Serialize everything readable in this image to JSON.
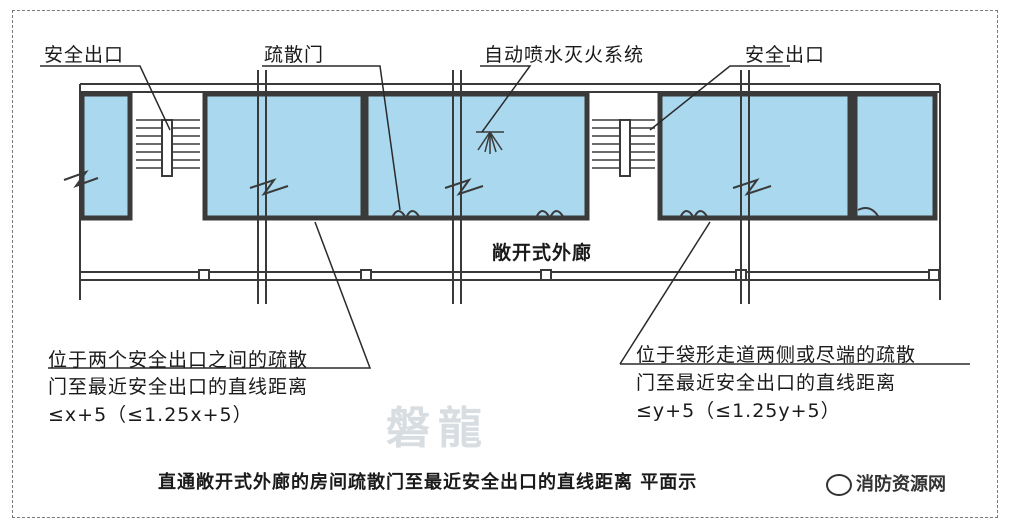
{
  "labels": {
    "exit_left": "安全出口",
    "evac_door": "疏散门",
    "sprinkler": "自动喷水灭火系统",
    "exit_right": "安全出口",
    "corridor": "敞开式外廊",
    "left_rule_line1": "位于两个安全出口之间的疏散",
    "left_rule_line2": "门至最近安全出口的直线距离",
    "left_rule_line3": "≤x+5（≤1.25x+5）",
    "right_rule_line1": "位于袋形走道两侧或尽端的疏散",
    "right_rule_line2": "门至最近安全出口的直线距离",
    "right_rule_line3": "≤y+5（≤1.25y+5）",
    "caption": "直通敞开式外廊的房间疏散门至最近安全出口的直线距离  平面示",
    "logo_text": "磐龍",
    "watermark_text": "消防资源网"
  },
  "colors": {
    "room_fill": "#a9d8ef",
    "wall": "#3a3a3a",
    "line": "#2a2a2a"
  }
}
